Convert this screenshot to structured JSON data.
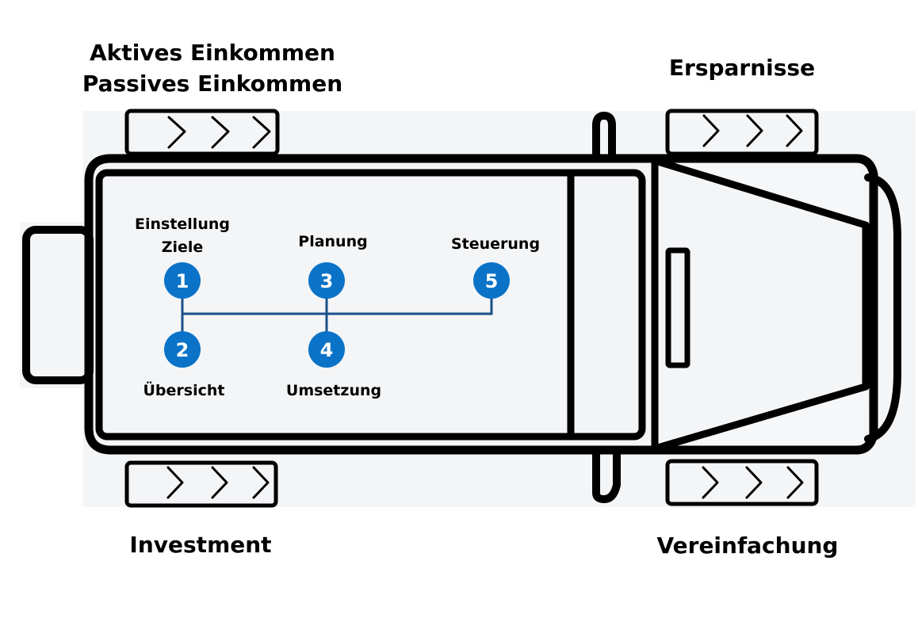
{
  "title_lines": {
    "top_left_1": "Aktives Einkommen",
    "top_left_2": "Passives Einkommen",
    "top_right": "Ersparnisse",
    "bottom_left": "Investment",
    "bottom_right": "Vereinfachung"
  },
  "wheel_arrows": "> > >",
  "steps": [
    {
      "number": "1",
      "label_1": "Einstellung",
      "label_2": "Ziele"
    },
    {
      "number": "2",
      "label_1": "Übersicht"
    },
    {
      "number": "3",
      "label_1": "Planung"
    },
    {
      "number": "4",
      "label_1": "Umsetzung"
    },
    {
      "number": "5",
      "label_1": "Steuerung"
    }
  ],
  "colors": {
    "step_blue": "#0a73c8",
    "connector": "#1a4f8a",
    "outline": "#000000",
    "shadow_gray": "#f1f3f6"
  }
}
